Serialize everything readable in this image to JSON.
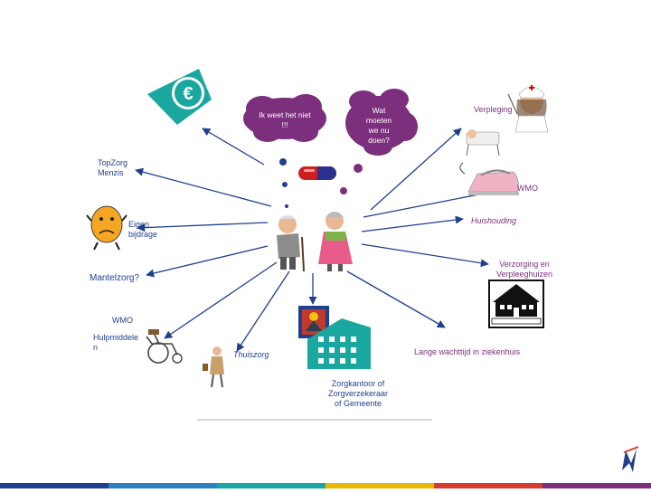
{
  "bubbles": {
    "left": "Ik weet het niet\n!!!",
    "right": "Wat\nmoeten\nwe nu\ndoen?"
  },
  "labels": {
    "topzorg": "TopZorg\nMenzis",
    "verpleging": "Verpleging",
    "wmo_right": "WMO",
    "huishouding": "Huishouding",
    "eigen_bijdrage": "Eigen\nbijdrage",
    "verzorging": "Verzorging en\nVerpleeghuizen",
    "mantelzorg": "Mantelzorg?",
    "wmo_left": "WMO",
    "hulpmiddelen": "Hulpmiddele\nn",
    "thuiszorg": "Thuiszorg",
    "wachttijd": "Lange wachttijd in ziekenhuis",
    "zorgkantoor": "Zorgkantoor of\nZorgverzekeraar\nof Gemeente"
  },
  "icons": [
    "euro-icon",
    "pill-icon",
    "nurse-icon",
    "iron-icon",
    "sad-face-icon",
    "elderly-couple-icon",
    "house-icon",
    "wheelchair-icon",
    "walker-icon",
    "building-icon",
    "logo-icon"
  ],
  "colors": {
    "bubble": "#7b2f7d",
    "euro": "#1aa7a0",
    "arrow": "#1f3f8f",
    "footer": [
      "#1f3f8f",
      "#2a7fc0",
      "#1aa7a0",
      "#e6b800",
      "#d63c2f",
      "#7b2f7d"
    ]
  }
}
